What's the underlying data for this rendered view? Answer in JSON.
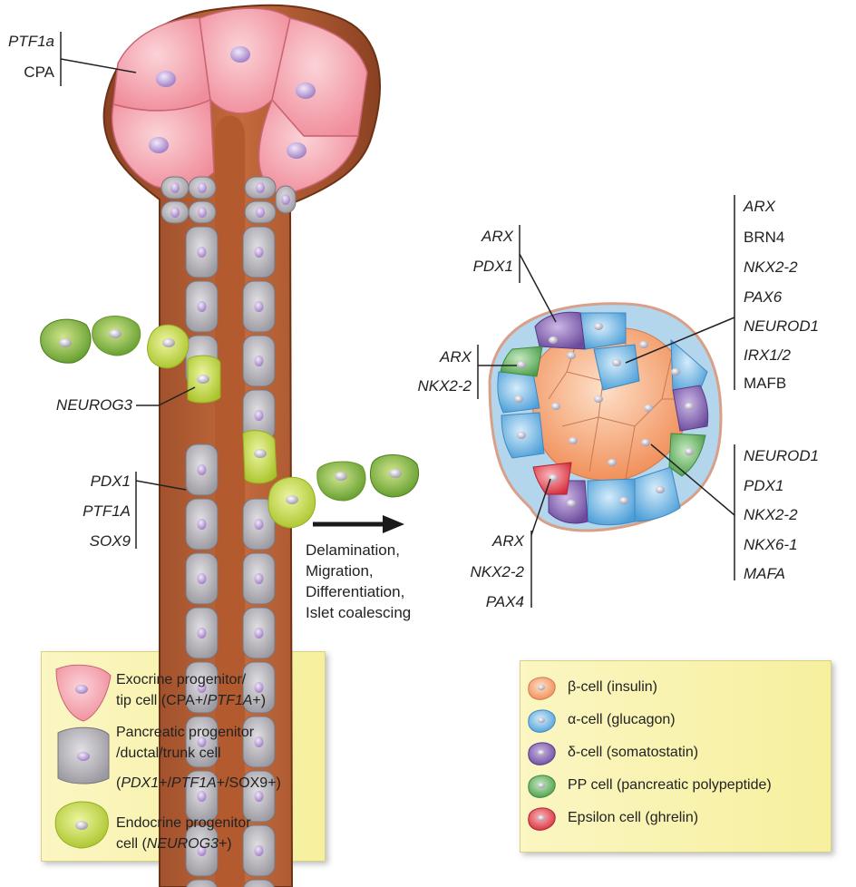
{
  "duct_labels": {
    "tip_markers": [
      "PTF1a",
      "CPA"
    ],
    "neurog3": "NEUROG3",
    "trunk_markers": [
      "PDX1",
      "PTF1A",
      "SOX9"
    ]
  },
  "process_label": [
    "Delamination,",
    "Migration,",
    "Differentiation,",
    "Islet coalescing"
  ],
  "islet_labels": {
    "delta": [
      "ARX",
      "PDX1"
    ],
    "pp": [
      "ARX",
      "NKX2-2"
    ],
    "epsilon": [
      "ARX",
      "NKX2-2",
      "PAX4"
    ],
    "alpha": [
      "ARX",
      "BRN4",
      "NKX2-2",
      "PAX6",
      "NEUROD1",
      "IRX1/2",
      "MAFB"
    ],
    "beta": [
      "NEUROD1",
      "PDX1",
      "NKX2-2",
      "NKX6-1",
      "MAFA"
    ]
  },
  "legend_left": {
    "exocrine": [
      "Exocrine progenitor/",
      "tip cell (CPA+/",
      "PTF1A",
      "+)"
    ],
    "pancreatic": [
      "Pancreatic progenitor",
      "/ductal/trunk cell",
      "(",
      "PDX1",
      "+/",
      "PTF1A",
      "+/SOX9+)"
    ],
    "endocrine": [
      "Endocrine progenitor",
      "cell (",
      "NEUROG3+",
      ")"
    ]
  },
  "legend_right": {
    "beta": "β-cell (insulin)",
    "alpha": "α-cell (glucagon)",
    "delta": "δ-cell (somatostatin)",
    "pp": "PP cell (pancreatic polypeptide)",
    "epsilon": "Epsilon cell (ghrelin)"
  },
  "colors": {
    "tip": "#f39aa6",
    "trunk": "#b5b3b8",
    "endocrine": "#b8d133",
    "endocrine_dark": "#79a82e",
    "lumen": "#a0522d",
    "beta": "#f5a070",
    "alpha": "#72b6e4",
    "delta": "#8a67b6",
    "pp": "#6fb86a",
    "epsilon": "#e2474f",
    "legend_bg": "#f8f3b0"
  }
}
